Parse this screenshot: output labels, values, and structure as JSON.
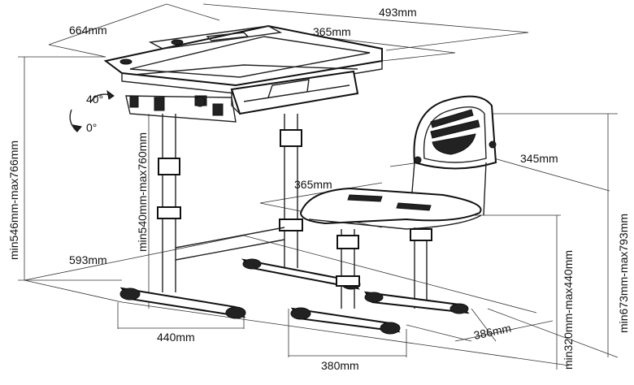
{
  "dimensions": {
    "desk_depth": "664mm",
    "desk_width": "493mm",
    "tray_width": "365mm",
    "tilt_up": "40°",
    "tilt_flat": "0°",
    "desk_height_range": "min546mm-max766mm",
    "leg_height_range": "min540mm-max760mm",
    "desk_base_depth": "593mm",
    "desk_base_width": "440mm",
    "seat_depth": "365mm",
    "backrest_width": "345mm",
    "chair_total_height": "min673mm-max793mm",
    "seat_height_range": "min320mm-max440mm",
    "chair_base_width": "380mm",
    "chair_base_depth": "386mm"
  }
}
